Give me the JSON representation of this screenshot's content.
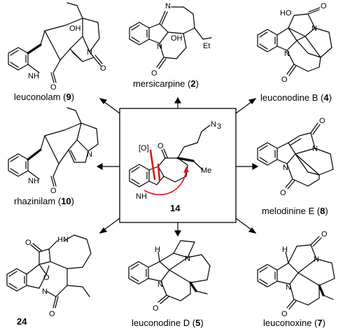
{
  "colors": {
    "highlight": "#e0141b",
    "ink": "#000000"
  },
  "compounds": [
    {
      "name": "leuconolam",
      "number": "9"
    },
    {
      "name": "mersicarpine",
      "number": "2"
    },
    {
      "name": "leuconodine B",
      "number": "4"
    },
    {
      "name": "rhazinilam",
      "number": "10"
    },
    {
      "name": "melodinine E",
      "number": "8"
    },
    {
      "name": "",
      "number": "24"
    },
    {
      "name": "leuconodine D",
      "number": "5"
    },
    {
      "name": "leuconoxine",
      "number": "7"
    }
  ],
  "center": {
    "number": "14",
    "oxidant": "[O]",
    "azide": "N",
    "azide_sub": "3",
    "methyl": "Me",
    "nh": "NH"
  },
  "atoms": {
    "N": "N",
    "O": "O",
    "OH": "OH",
    "HO": "HO",
    "H": "H",
    "NH": "NH",
    "HN": "HN",
    "Et": "Et"
  }
}
